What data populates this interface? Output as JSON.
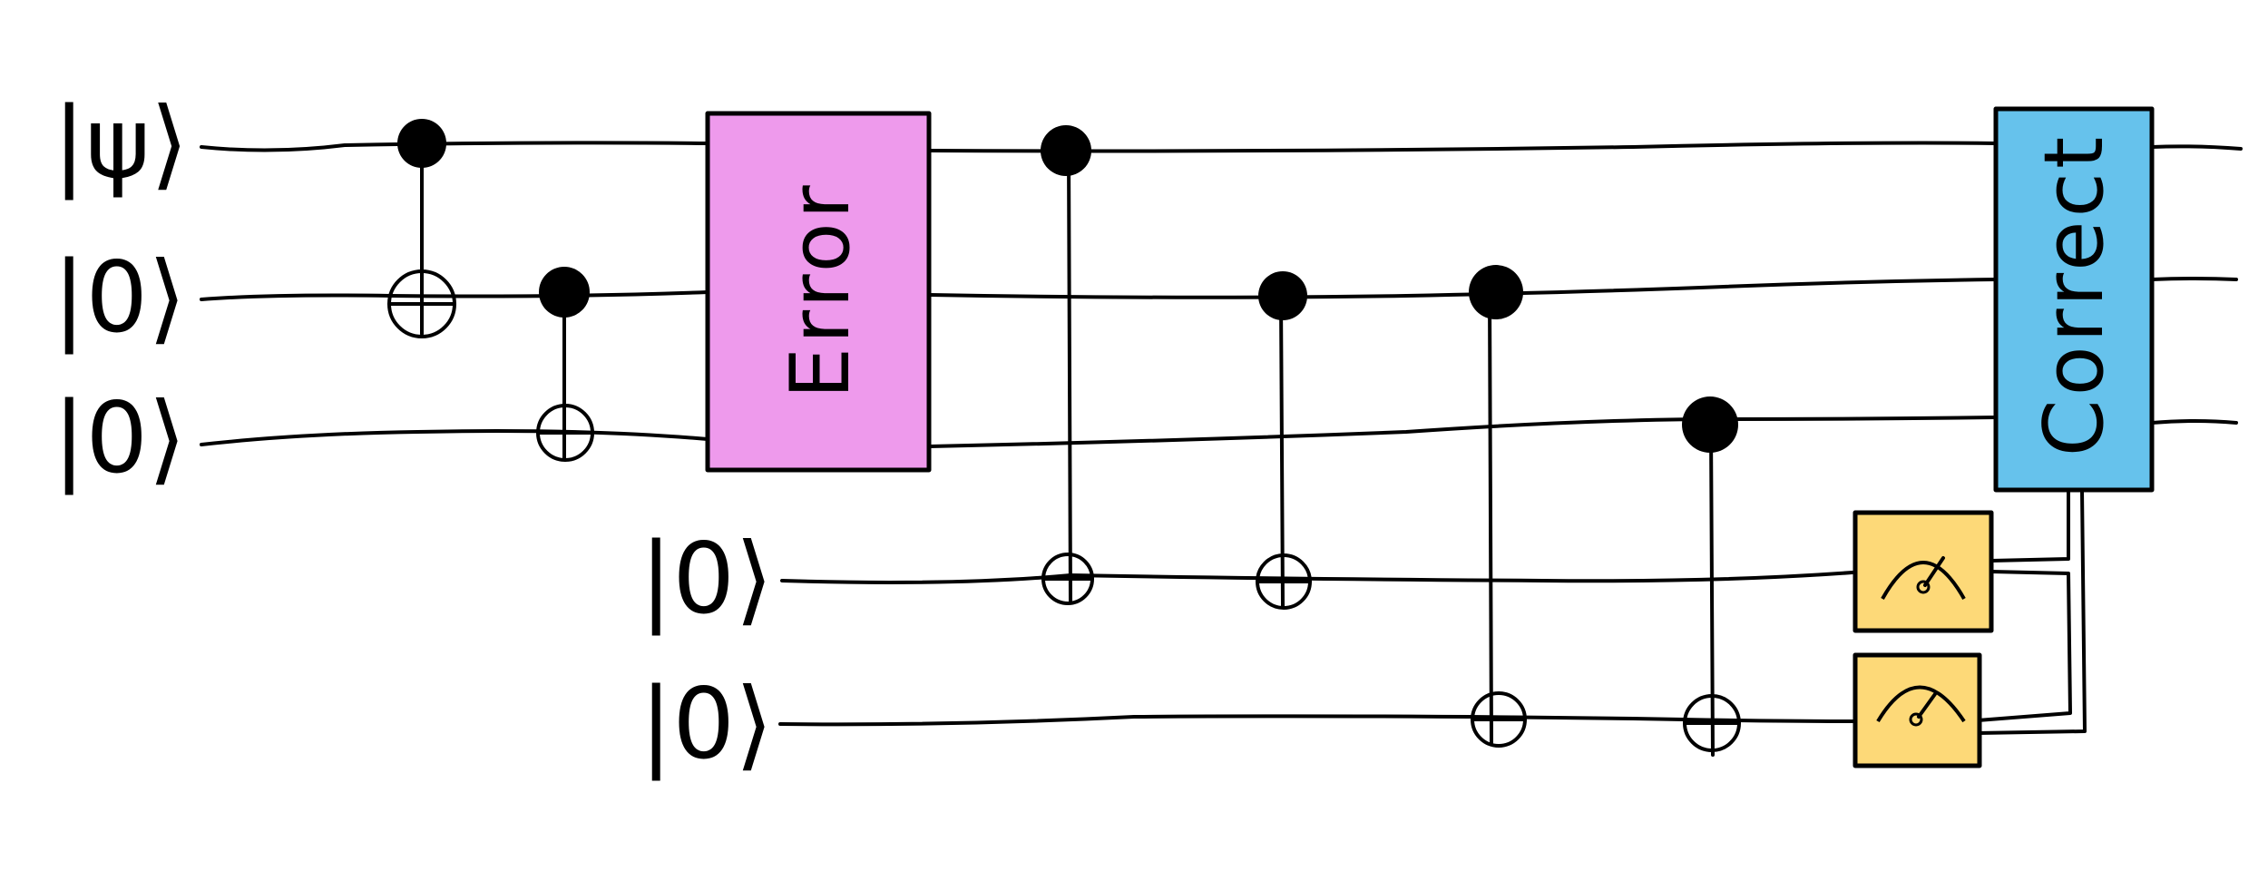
{
  "diagram": {
    "inputs": {
      "q0": "|ψ⟩",
      "q1": "|0⟩",
      "q2": "|0⟩",
      "a0": "|0⟩",
      "a1": "|0⟩"
    },
    "gates": {
      "error_label": "Error",
      "correct_label": "Correct"
    },
    "colors": {
      "error_gate": "#ee9aec",
      "correct_gate": "#66c2ec",
      "measure_gate": "#fdd978",
      "ink": "#000000"
    }
  }
}
